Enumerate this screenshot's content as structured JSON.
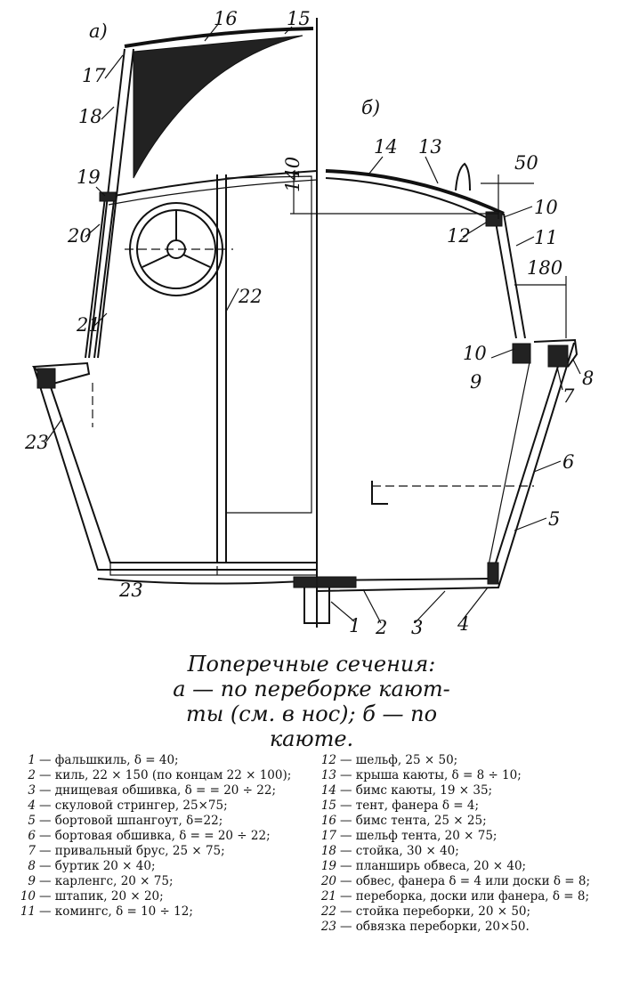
{
  "figure_labels": {
    "view_a": "а)",
    "view_b": "б)",
    "dim_140": "140",
    "dim_50": "50",
    "dim_180": "180"
  },
  "part_numbers": [
    "1",
    "2",
    "3",
    "4",
    "5",
    "6",
    "7",
    "8",
    "9",
    "10",
    "11",
    "12",
    "13",
    "14",
    "15",
    "16",
    "17",
    "18",
    "19",
    "20",
    "21",
    "22",
    "23"
  ],
  "caption": {
    "line1": "Поперечные сечения:",
    "line2": "а — по переборке кают-",
    "line3": "ты (см. в нос); б — по",
    "line4": "каюте."
  },
  "legend": {
    "left": [
      {
        "num": "1",
        "text": "— фальшкиль, δ = 40;"
      },
      {
        "num": "2",
        "text": "— киль, 22 × 150 (по концам 22 × 100);"
      },
      {
        "num": "3",
        "text": "— днищевая обшивка, δ = = 20 ÷ 22;"
      },
      {
        "num": "4",
        "text": "— скуловой стрингер, 25×75;"
      },
      {
        "num": "5",
        "text": "— бортовой шпангоут, δ=22;"
      },
      {
        "num": "6",
        "text": "— бортовая обшивка, δ = = 20 ÷ 22;"
      },
      {
        "num": "7",
        "text": "— привальный брус, 25 × 75;"
      },
      {
        "num": "8",
        "text": "— буртик 20 × 40;"
      },
      {
        "num": "9",
        "text": "— карленгс, 20 × 75;"
      },
      {
        "num": "10",
        "text": "— штапик, 20 × 20;"
      },
      {
        "num": "11",
        "text": "— комингс, δ = 10 ÷ 12;"
      }
    ],
    "right": [
      {
        "num": "12",
        "text": "— шельф, 25 × 50;"
      },
      {
        "num": "13",
        "text": "— крыша каюты, δ = 8 ÷ 10;"
      },
      {
        "num": "14",
        "text": "— бимс каюты, 19 × 35;"
      },
      {
        "num": "15",
        "text": "— тент, фанера δ = 4;"
      },
      {
        "num": "16",
        "text": "— бимс тента, 25 × 25;"
      },
      {
        "num": "17",
        "text": "— шельф тента, 20 × 75;"
      },
      {
        "num": "18",
        "text": "— стойка, 30 × 40;"
      },
      {
        "num": "19",
        "text": "— планширь обвеса, 20 × 40;"
      },
      {
        "num": "20",
        "text": "— обвес, фанера δ = 4 или доски δ = 8;"
      },
      {
        "num": "21",
        "text": "— переборка, доски или фанера, δ = 8;"
      },
      {
        "num": "22",
        "text": "— стойка переборки, 20 × 50;"
      },
      {
        "num": "23",
        "text": "— обвязка переборки, 20×50."
      }
    ]
  }
}
